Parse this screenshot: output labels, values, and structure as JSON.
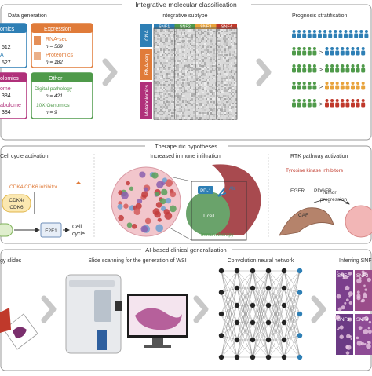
{
  "sections": {
    "classification": "Integrative molecular classification",
    "hypotheses": "Therapeutic hypotheses",
    "generalization": "AI-based clinical generalization"
  },
  "classification": {
    "data_generation": {
      "title": "Data generation",
      "genomics": {
        "title": "omics",
        "n1": "512",
        "n2": "527",
        "abbr": "A"
      },
      "expression": {
        "title": "Expression",
        "rna_label": "RNA-seq",
        "rna_n": "n = 569",
        "prot_label": "Proteomics",
        "prot_n": "n = 182"
      },
      "metabolomics": {
        "title": "olomics",
        "label1": "ome",
        "n1": "384",
        "label2": "abolome",
        "n2": "384"
      },
      "other": {
        "title": "Other",
        "path_label": "Digital pathology",
        "path_n": "n = 421",
        "tenx_label": "10X Genomics",
        "tenx_n": "n = 9"
      }
    },
    "subtype": {
      "title": "Integrative subtype",
      "columns": [
        "SNF1",
        "SNF2",
        "SNF3",
        "SNF4"
      ],
      "rows": [
        "CNA",
        "RNA-seq",
        "Metabolomics"
      ],
      "colors": [
        "#2e7fb5",
        "#4f9a4a",
        "#e8a33c",
        "#c0392b"
      ]
    },
    "prognosis": {
      "title": "Prognosis stratification",
      "rows": [
        {
          "color": "#2e7fb5",
          "sep": ""
        },
        {
          "color": "#2e7fb5",
          "sep": ">"
        },
        {
          "color": "#4f9a4a",
          "sep": ">"
        },
        {
          "color": "#e8a33c",
          "sep": ">"
        },
        {
          "color": "#c0392b",
          "sep": ">"
        }
      ]
    }
  },
  "hypotheses": {
    "cell_cycle": {
      "title": "Cell cycle activation",
      "inhibitor": "CDK4/CDK6 inhibitor",
      "cdk": "CDK4/\nCDK6",
      "e2f1": "E2F1",
      "cycle": "Cell\ncycle"
    },
    "immune": {
      "title": "Increased immune infiltration",
      "pd1": "PD-1",
      "ab": "Ab",
      "tcell": "T cell",
      "immuno": "Immunotherapy"
    },
    "rtk": {
      "title": "RTK pathway activation",
      "tki": "Tyrosine kinase inhibitors",
      "egfr": "EGFR",
      "pdgfr": "PDGFR",
      "caf": "CAF",
      "progression": "Tumor\nprogression"
    }
  },
  "generalization": {
    "slides": "gy slides",
    "scanning": "Slide scanning for the generation of WSI",
    "cnn": "Convolution neural network",
    "inferring": "Inferring SNF",
    "tiles": [
      "SNF1",
      "SNF2",
      "SNF3",
      "SNF4"
    ]
  }
}
